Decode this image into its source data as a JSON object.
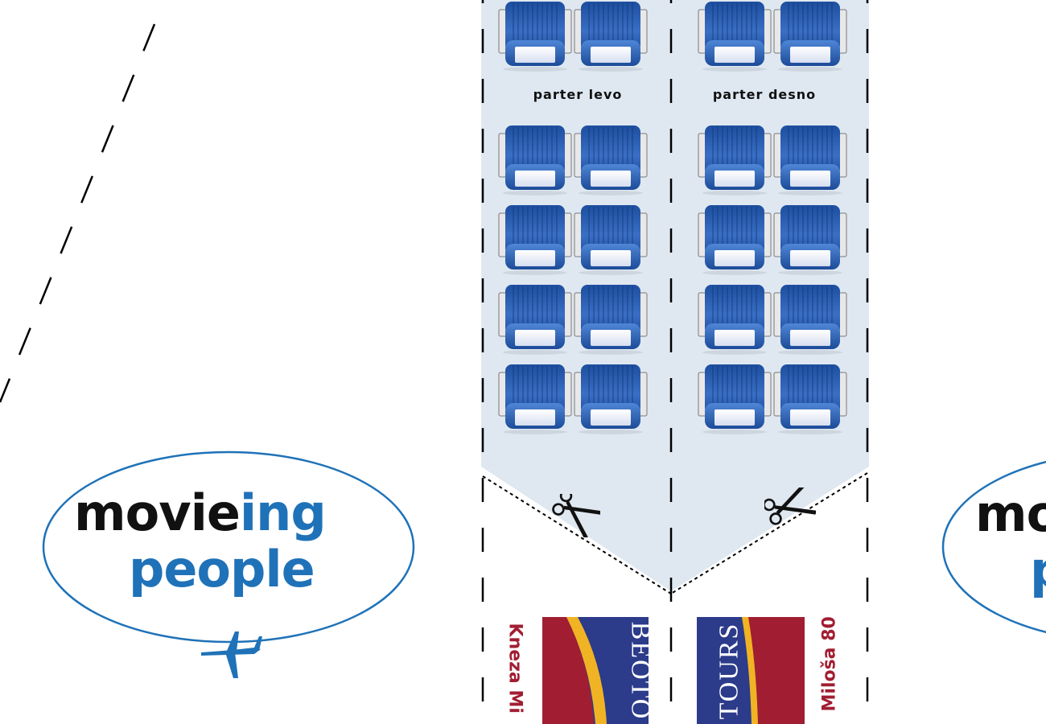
{
  "seat_map": {
    "left_section_label": "parter levo",
    "right_section_label": "parter desno"
  },
  "logo": {
    "word_black": "movie",
    "word_blue": "ing",
    "word_second": "people",
    "partial_left_visible": "mo",
    "partial_blue_visible": "p"
  },
  "address": {
    "left_part": "Kneza Mi",
    "right_part": "Miloša 80"
  },
  "brand": {
    "left_part": "BEOTO",
    "right_part": "TOURS"
  },
  "colors": {
    "panel_bg": "#dfe8f1",
    "seat_blue": "#2c5fb5",
    "logo_blue": "#1f72b8",
    "brand_red": "#a11e32",
    "brand_navy": "#2c3b8a",
    "brand_yellow": "#f0b323"
  },
  "icons": [
    "scissors-icon",
    "airplane-icon",
    "seat-icon"
  ]
}
